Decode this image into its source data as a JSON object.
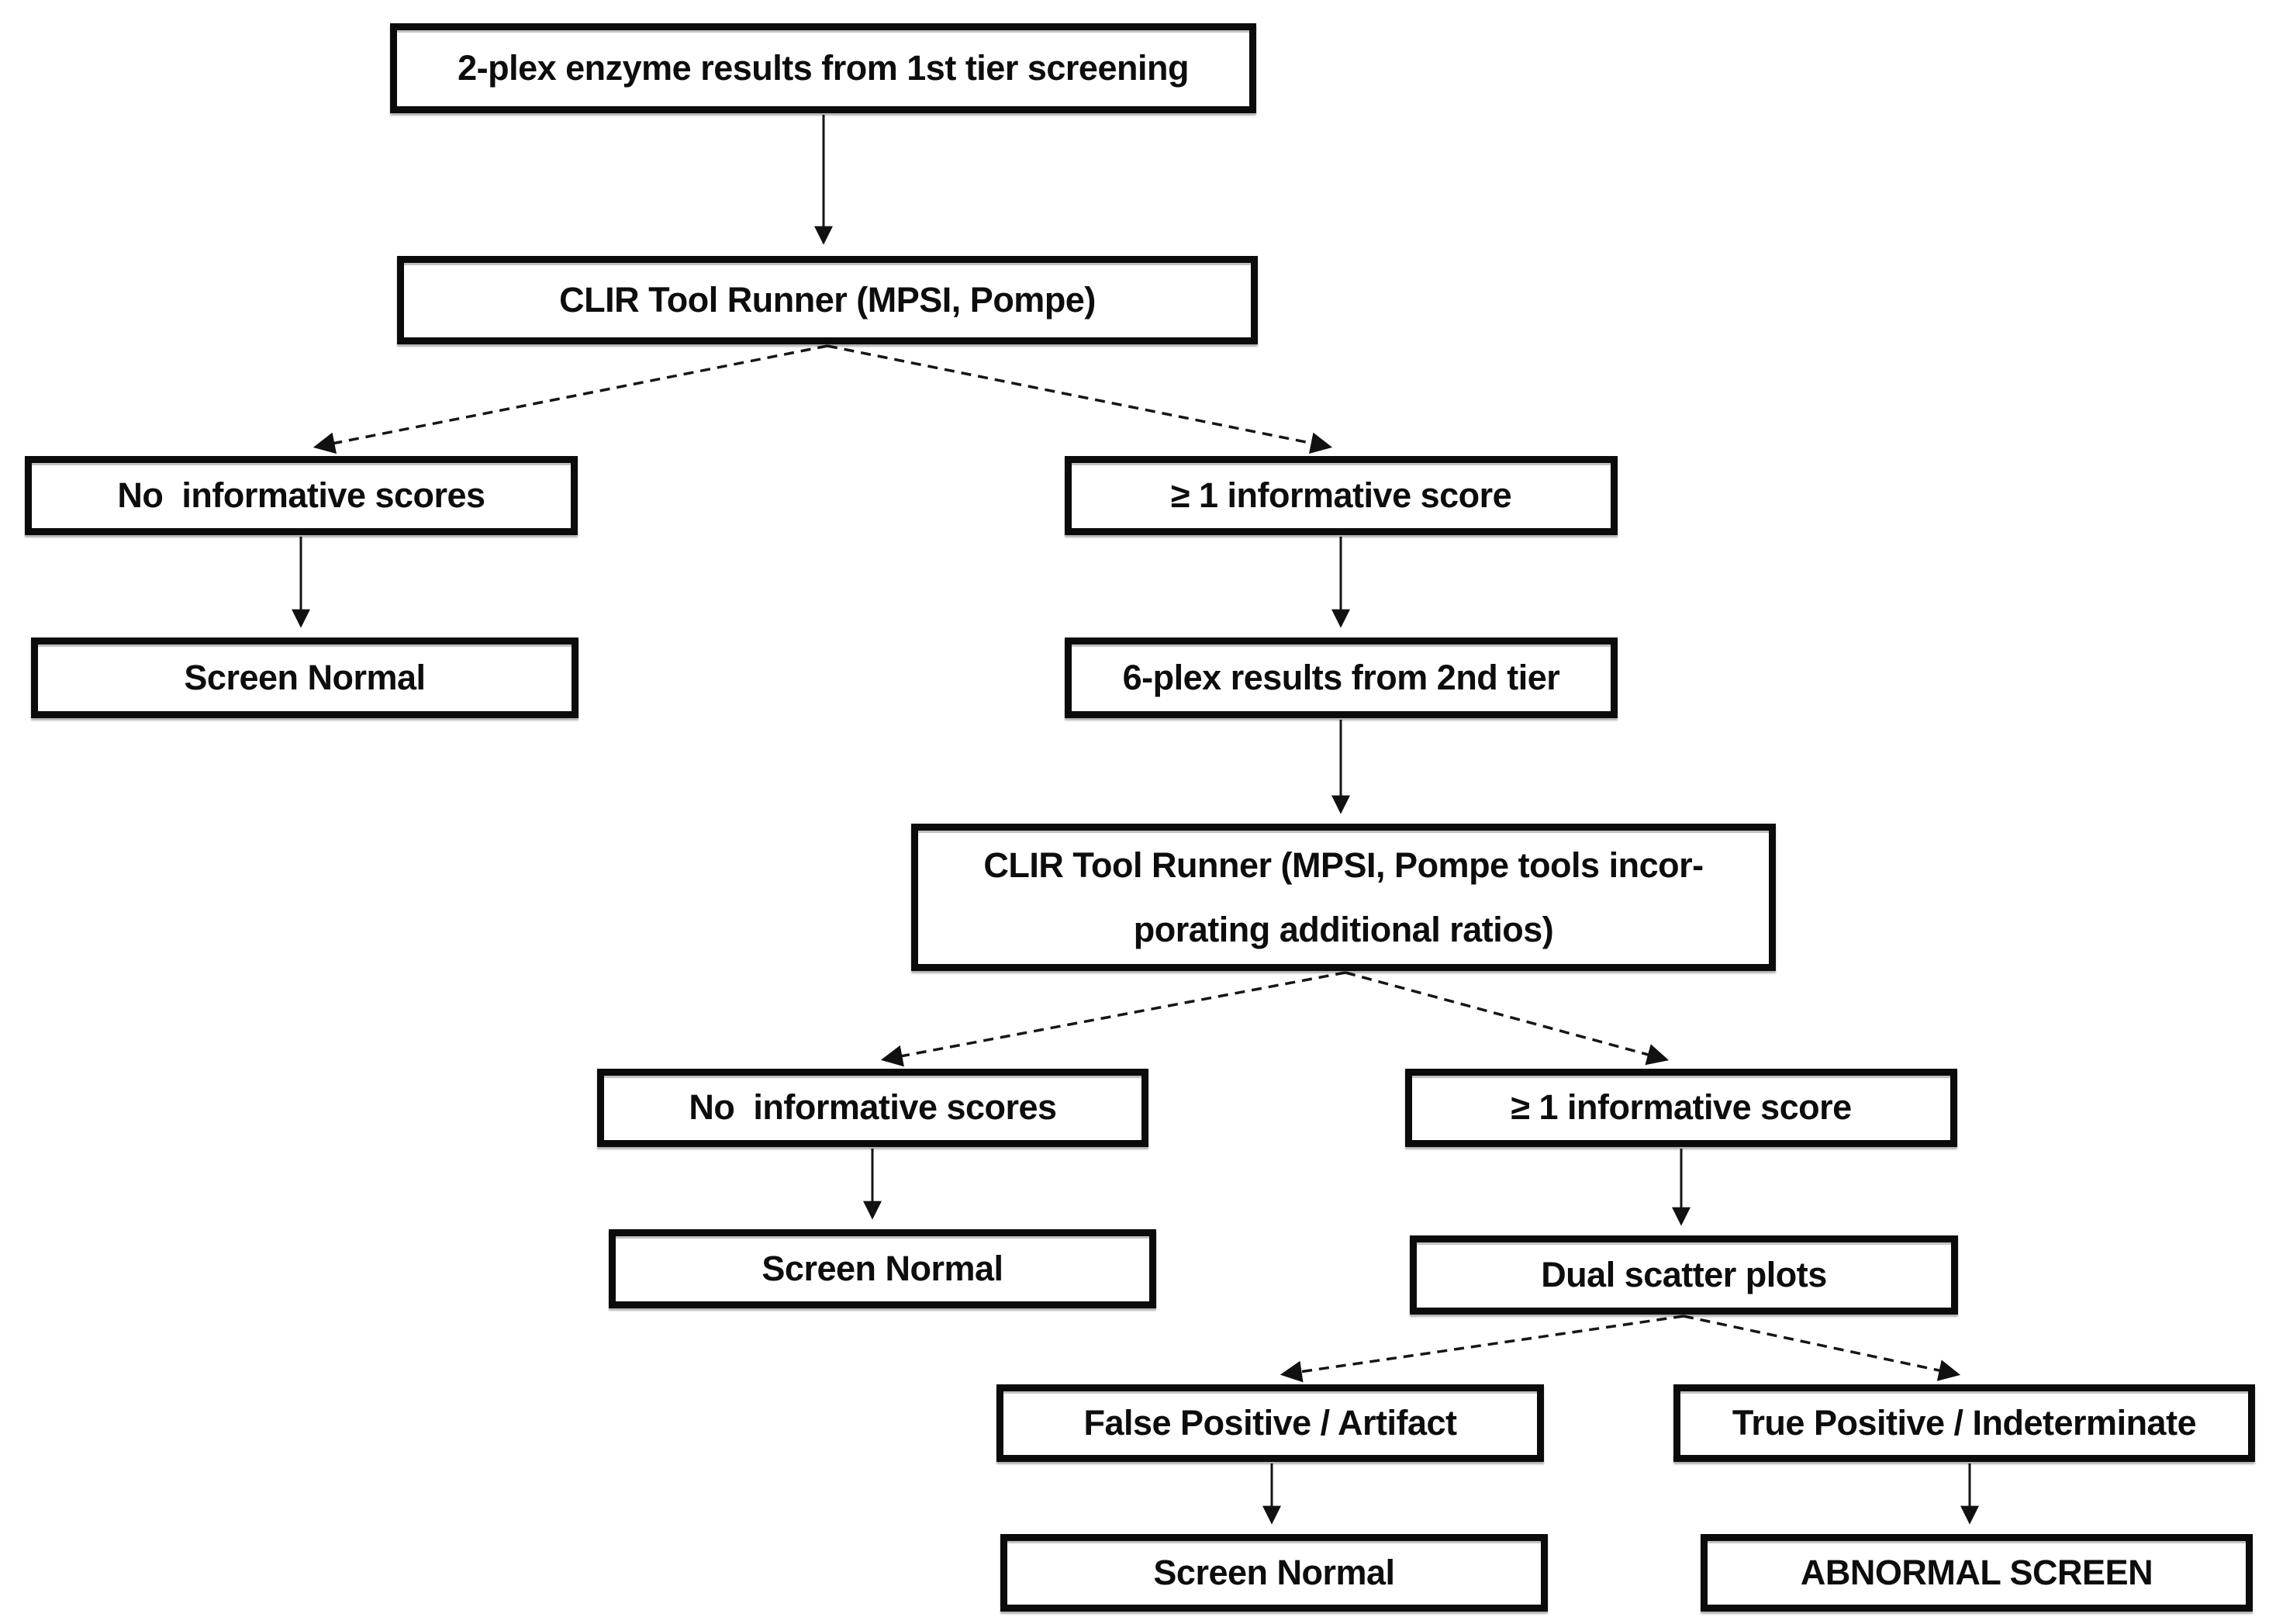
{
  "diagram": {
    "type": "flowchart",
    "background": "#ffffff",
    "colors": {
      "box_border": "#0b0b0b",
      "box_fill": "#ffffff",
      "text": "#0d0d0d",
      "connector": "#161616"
    }
  },
  "nodes": {
    "tier1_results": {
      "label": "2-plex enzyme results from 1st tier screening"
    },
    "clir_runner_1": {
      "label": "CLIR Tool Runner (MPSI, Pompe)"
    },
    "no_informative_1": {
      "label": "No  informative scores"
    },
    "informative_1": {
      "label": "≥ 1 informative score"
    },
    "screen_normal_1": {
      "label": "Screen Normal"
    },
    "tier2_results": {
      "label": "6-plex results from 2nd tier"
    },
    "clir_runner_2": {
      "label": "CLIR Tool Runner (MPSI, Pompe tools incor-\nporating additional ratios)"
    },
    "no_informative_2": {
      "label": "No  informative scores"
    },
    "informative_2": {
      "label": "≥ 1 informative score"
    },
    "screen_normal_2": {
      "label": "Screen Normal"
    },
    "dual_scatter": {
      "label": "Dual scatter plots"
    },
    "false_positive_artifact": {
      "label": "False Positive / Artifact"
    },
    "true_positive_indeterminate": {
      "label": "True Positive / Indeterminate"
    },
    "screen_normal_3": {
      "label": "Screen Normal"
    },
    "abnormal_screen": {
      "label": "ABNORMAL SCREEN"
    }
  },
  "edges": [
    {
      "from": "tier1_results",
      "to": "clir_runner_1",
      "style": "solid"
    },
    {
      "from": "clir_runner_1",
      "to": "no_informative_1",
      "style": "dashed"
    },
    {
      "from": "clir_runner_1",
      "to": "informative_1",
      "style": "dashed"
    },
    {
      "from": "no_informative_1",
      "to": "screen_normal_1",
      "style": "solid"
    },
    {
      "from": "informative_1",
      "to": "tier2_results",
      "style": "solid"
    },
    {
      "from": "tier2_results",
      "to": "clir_runner_2",
      "style": "solid"
    },
    {
      "from": "clir_runner_2",
      "to": "no_informative_2",
      "style": "dashed"
    },
    {
      "from": "clir_runner_2",
      "to": "informative_2",
      "style": "dashed"
    },
    {
      "from": "no_informative_2",
      "to": "screen_normal_2",
      "style": "solid"
    },
    {
      "from": "informative_2",
      "to": "dual_scatter",
      "style": "solid"
    },
    {
      "from": "dual_scatter",
      "to": "false_positive_artifact",
      "style": "dashed"
    },
    {
      "from": "dual_scatter",
      "to": "true_positive_indeterminate",
      "style": "dashed"
    },
    {
      "from": "false_positive_artifact",
      "to": "screen_normal_3",
      "style": "solid"
    },
    {
      "from": "true_positive_indeterminate",
      "to": "abnormal_screen",
      "style": "solid"
    }
  ]
}
